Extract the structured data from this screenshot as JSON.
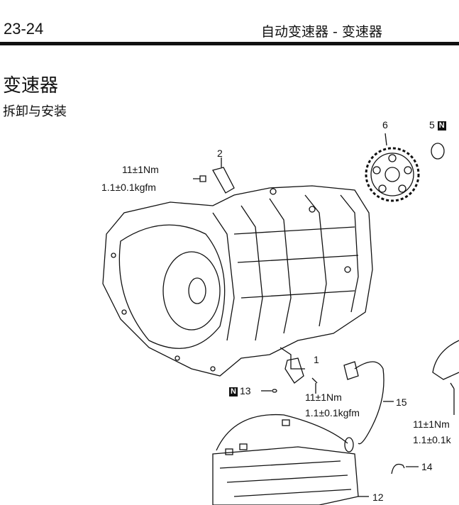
{
  "header": {
    "page_number": "23-24",
    "running_title": "自动变速器 - 变速器"
  },
  "section": {
    "title": "变速器",
    "subtitle": "拆卸与安装"
  },
  "diagram": {
    "callouts": {
      "c1": "1",
      "c2": "2",
      "c5": "5",
      "c6": "6",
      "c12": "12",
      "c13": "13",
      "c14": "14",
      "c15": "15",
      "new_part_badge": "N"
    },
    "torque": [
      {
        "nm": "11±1Nm",
        "kgfm": "1.1±0.1kgfm"
      },
      {
        "nm": "11±1Nm",
        "kgfm": "1.1±0.1kgfm"
      },
      {
        "nm": "11±1Nm",
        "kgfm": "1.1±0.1k"
      }
    ]
  }
}
